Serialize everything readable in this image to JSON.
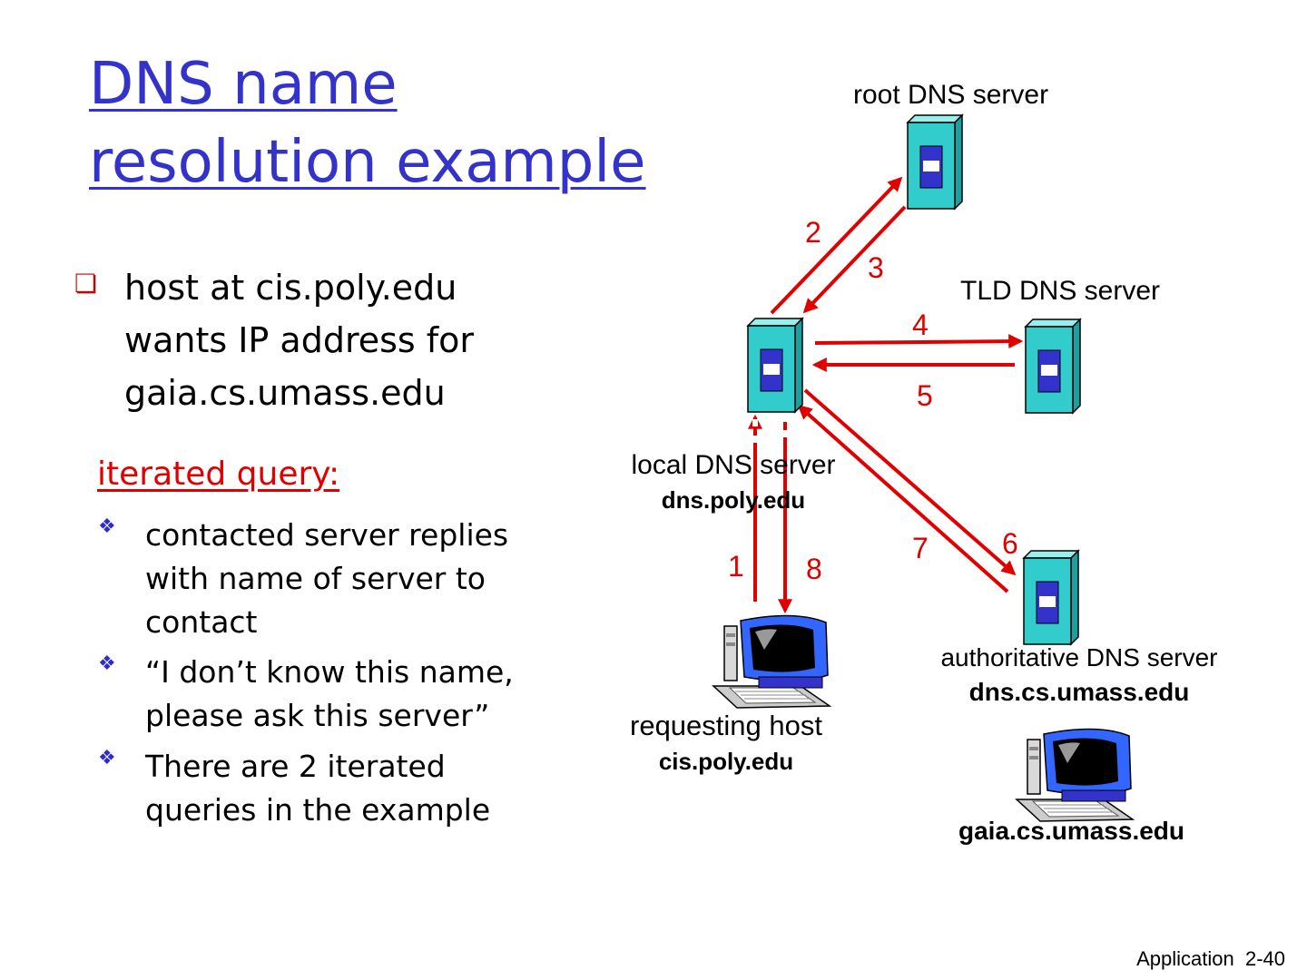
{
  "title": {
    "line1": "DNS name ",
    "line2": "resolution example"
  },
  "main_bullet": {
    "line1": "host at cis.poly.edu",
    "line2": "wants IP address for",
    "line3": "gaia.cs.umass.edu"
  },
  "iterated": {
    "heading": "iterated query:",
    "items": [
      {
        "lines": [
          "contacted server replies",
          "with name of server to",
          "contact"
        ]
      },
      {
        "lines": [
          "“I don’t know this name,",
          "please ask this server”"
        ]
      },
      {
        "lines": [
          "There are 2 iterated",
          "queries in the example"
        ]
      }
    ]
  },
  "diagram": {
    "root": {
      "label": "root DNS server"
    },
    "tld": {
      "label": "TLD DNS server"
    },
    "local": {
      "label": "local DNS server",
      "host": "dns.poly.edu"
    },
    "authoritative": {
      "label": "authoritative DNS server",
      "host": "dns.cs.umass.edu"
    },
    "requesting": {
      "label": "requesting host",
      "host": "cis.poly.edu"
    },
    "gaia": {
      "host": "gaia.cs.umass.edu"
    },
    "steps": [
      "1",
      "2",
      "3",
      "4",
      "5",
      "6",
      "7",
      "8"
    ],
    "colors": {
      "arrow": "#e00000",
      "server_face": "#33cccc",
      "server_panel": "#3333cc"
    }
  },
  "footer": {
    "section": "Application",
    "page": "2-40"
  }
}
